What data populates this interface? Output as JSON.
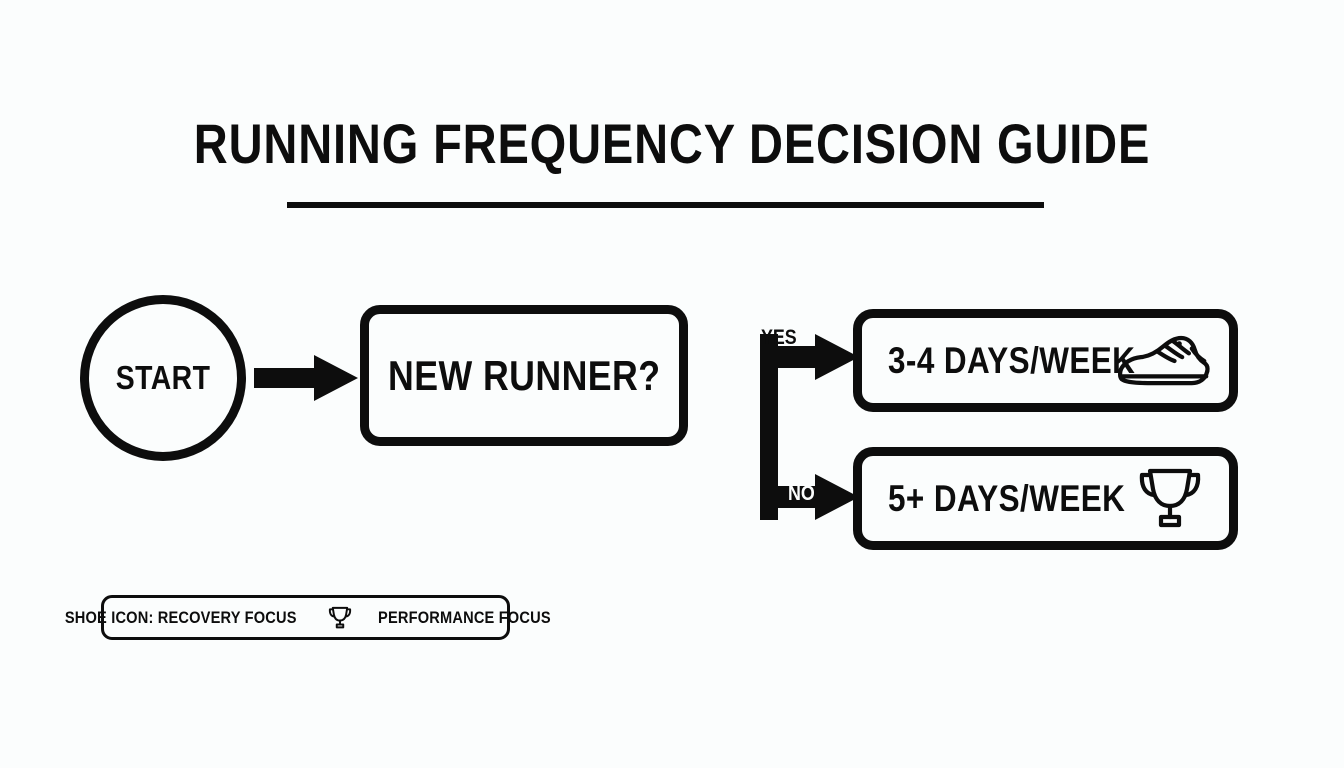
{
  "page": {
    "title": "RUNNING FREQUENCY DECISION GUIDE",
    "background_color": "#fbfdfd",
    "ink_color": "#0d0d0d"
  },
  "flowchart": {
    "start": {
      "label": "START",
      "shape": "circle"
    },
    "decision": {
      "label": "NEW RUNNER?",
      "shape": "rounded-rectangle"
    },
    "branches": [
      {
        "condition": "YES",
        "outcome": "3-4 DAYS/WEEK",
        "icon": "running-shoe-icon",
        "focus": "RECOVERY FOCUS"
      },
      {
        "condition": "NO",
        "outcome": "5+ DAYS/WEEK",
        "icon": "trophy-icon",
        "focus": "PERFORMANCE FOCUS"
      }
    ]
  },
  "legend": {
    "shoe_text": "SHOE ICON: RECOVERY FOCUS",
    "trophy_icon": "trophy-icon",
    "trophy_text": "PERFORMANCE FOCUS"
  }
}
